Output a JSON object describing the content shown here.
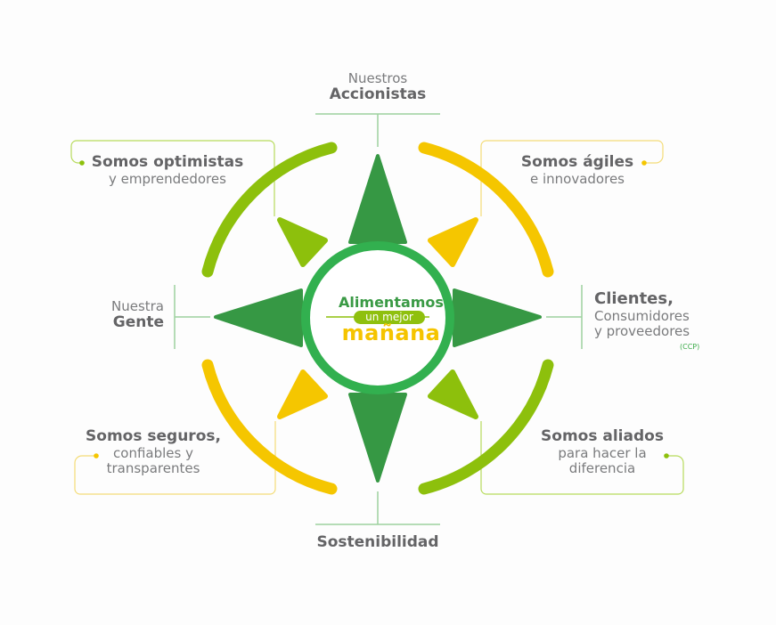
{
  "colors": {
    "dark_green": "#369844",
    "ring_green": "#32b04f",
    "lime": "#8dc00c",
    "yellow": "#f5c600",
    "text_gray": "#6d6e70",
    "connector_light_green": "#9dd19f",
    "background": "#fdfdfd"
  },
  "center": {
    "line1": "Alimentamos",
    "pill": "un mejor",
    "line3": "mañana"
  },
  "stakeholders": {
    "top": {
      "light": "Nuestros",
      "bold": "Accionistas"
    },
    "left": {
      "light": "Nuestra",
      "bold": "Gente"
    },
    "right": {
      "bold": "Clientes,",
      "light1": "Consumidores",
      "light2": "y proveedores",
      "note": "(CCP)"
    },
    "bottom": {
      "bold": "Sostenibilidad"
    }
  },
  "values": {
    "top_left": {
      "bold": "Somos optimistas",
      "light": "y emprendedores",
      "color": "lime"
    },
    "top_right": {
      "bold": "Somos ágiles",
      "light": "e innovadores",
      "color": "yellow"
    },
    "bottom_left": {
      "bold": "Somos seguros,",
      "light1": "confiables y",
      "light2": "transparentes",
      "color": "yellow"
    },
    "bottom_right": {
      "bold": "Somos aliados",
      "light1": "para hacer la",
      "light2": "diferencia",
      "color": "lime"
    }
  }
}
